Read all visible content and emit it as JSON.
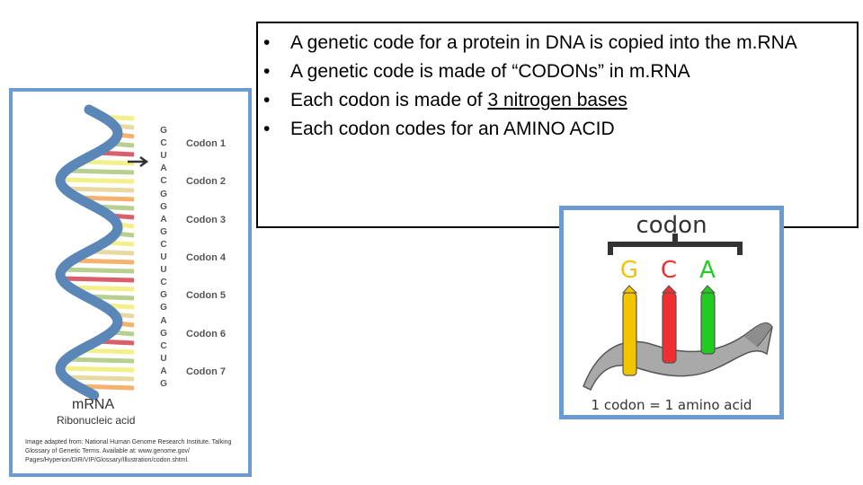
{
  "bullets": [
    {
      "text": "A genetic code for a protein in DNA is copied into the m.RNA"
    },
    {
      "text": "A genetic code is made of “CODONs” in m.RNA"
    },
    {
      "pre": "Each codon is made of ",
      "underlined": "3 nitrogen bases"
    },
    {
      "text": "Each codon codes for an AMINO ACID"
    }
  ],
  "mrna_figure": {
    "bases": [
      "G",
      "C",
      "U",
      "A",
      "C",
      "G",
      "G",
      "A",
      "G",
      "C",
      "U",
      "U",
      "C",
      "G",
      "G",
      "A",
      "G",
      "C",
      "U",
      "A",
      "G"
    ],
    "codons": [
      "Codon 1",
      "Codon 2",
      "Codon 3",
      "Codon 4",
      "Codon 5",
      "Codon 6",
      "Codon 7"
    ],
    "title": "mRNA",
    "subtitle": "Ribonucleic acid",
    "credit": "Image adapted from: National Human Genome Research Institute. Talking Glossary of Genetic Terms. Available at: www.genome.gov/ Pages/Hyperion/DIR/VIP/Glossary/Illustration/codon.shtml.",
    "colors": {
      "backbone": "#5b86b8",
      "rung_yellow": "#f3ef8a",
      "rung_orange": "#f4b26e",
      "rung_green": "#b7cf8f",
      "rung_red": "#d9606a",
      "rung_tan": "#e8d9a4"
    }
  },
  "codon_figure": {
    "title": "codon",
    "letters": [
      {
        "char": "G",
        "color": "#f5c200"
      },
      {
        "char": "C",
        "color": "#f03030"
      },
      {
        "char": "A",
        "color": "#22cc22"
      }
    ],
    "footer": "1 codon = 1 amino acid",
    "colors": {
      "ribbon": "#a9a9a9",
      "stick_yellow": "#f2c500",
      "stick_red": "#f03030",
      "stick_green": "#1fcc1f"
    }
  },
  "frame_color": "#6b9bd1"
}
